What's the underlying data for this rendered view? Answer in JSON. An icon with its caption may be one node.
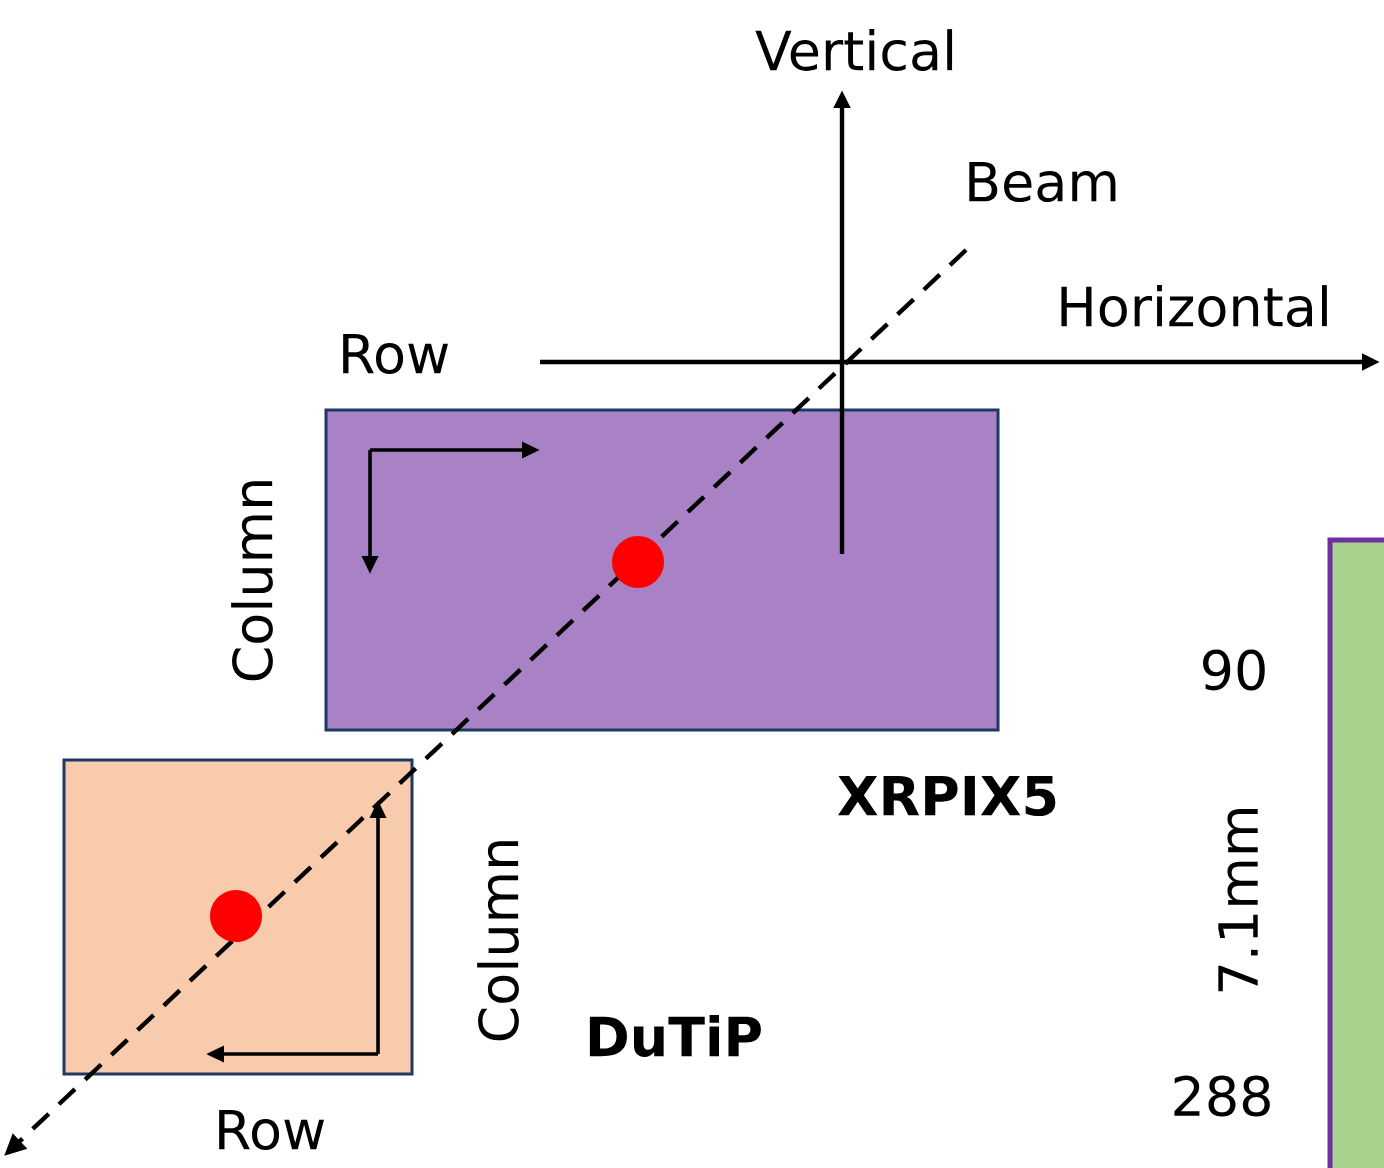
{
  "diagram": {
    "nodes": [
      {
        "text": [
          "XRPIX5"
        ]
      },
      {
        "text": [
          "DuTiP"
        ]
      },
      {
        "text": [],
        "shape": "box"
      }
    ],
    "edges": [],
    "labels": [
      "Vertical",
      "Beam",
      "Horizontal",
      "Row",
      "Column",
      "Column",
      "Row",
      "90",
      "7.1mm",
      "288"
    ]
  }
}
